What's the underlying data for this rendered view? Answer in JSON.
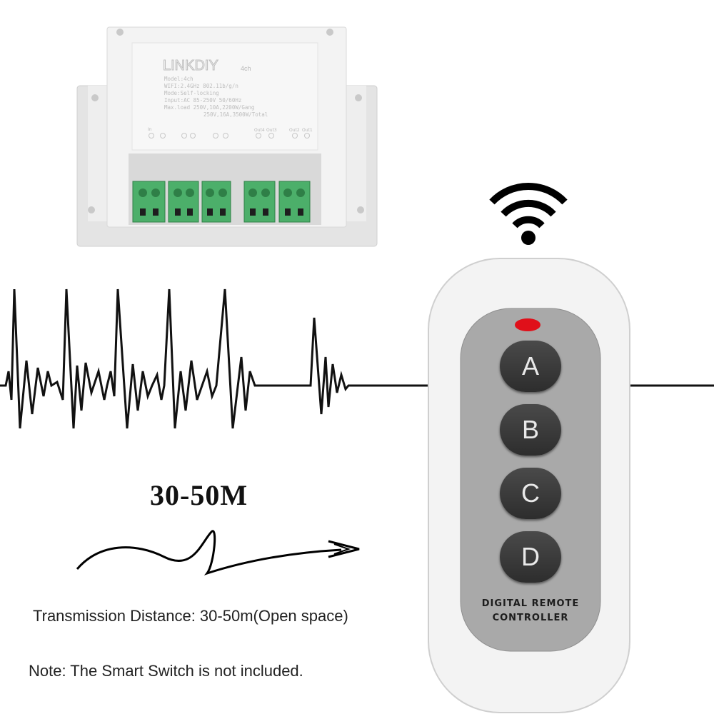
{
  "distance_label": "30-50M",
  "caption": "Transmission Distance: 30-50m(Open space)",
  "note": "Note: The Smart Switch is not included.",
  "remote": {
    "buttons": [
      "A",
      "B",
      "C",
      "D"
    ],
    "label_line1": "DIGITAL REMOTE",
    "label_line2": "CONTROLLER",
    "indicator_color": "#e0101a"
  },
  "relay": {
    "brand": "LINKDIY",
    "model_suffix": "4ch",
    "spec_lines": [
      "Model:4ch",
      "WIFI:2.4GHz 802.11b/g/n",
      "Mode:Self-locking",
      "Input:AC 85-250V 50/60Hz",
      "Max.load 250V,10A,2200W/Gang",
      "250V,16A,3500W/Total"
    ],
    "terminal_labels": [
      "In",
      "Out4",
      "Out3",
      "Out2",
      "Out1"
    ],
    "terminal_color": "#4caf6a"
  },
  "colors": {
    "waveform": "#111111",
    "remote_body": "#f5f5f5",
    "remote_panel": "#a9a9a9",
    "button": "#3a3a3a"
  },
  "icons": [
    "wifi-signal-icon",
    "signal-arrow-icon"
  ]
}
